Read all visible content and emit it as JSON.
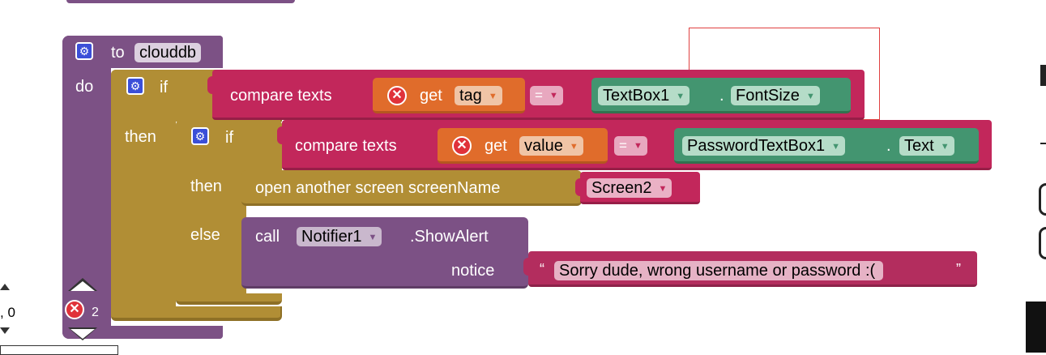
{
  "procedure": {
    "to_label": "to",
    "name": "clouddb",
    "do_label": "do"
  },
  "if_outer": {
    "if_label": "if",
    "then_label": "then",
    "compare_label": "compare texts",
    "get_label": "get",
    "var": "tag",
    "op": "=",
    "component": "TextBox1",
    "dot": ".",
    "property": "FontSize"
  },
  "if_inner": {
    "if_label": "if",
    "then_label": "then",
    "else_label": "else",
    "compare_label": "compare texts",
    "get_label": "get",
    "var": "value",
    "op": "=",
    "component": "PasswordTextBox1",
    "dot": ".",
    "property": "Text"
  },
  "open_screen": {
    "label": "open another screen  screenName",
    "screen": "Screen2"
  },
  "alert": {
    "call_label": "call",
    "component": "Notifier1",
    "method": ".ShowAlert",
    "notice_label": "notice",
    "quote_open": "“",
    "text": "Sorry dude, wrong username or password  :(",
    "quote_close": "”"
  },
  "status": {
    "error_count": "2",
    "left_value": ", 0"
  },
  "icons": {
    "gear": "gear-icon",
    "error": "error-icon",
    "dropdown": "dropdown-arrow-icon",
    "up": "chevron-up-icon",
    "down": "chevron-down-icon"
  },
  "colors": {
    "procedure": "#7c5185",
    "control": "#b18e35",
    "text_compare": "#c2275b",
    "get": "#e06c2b",
    "component": "#439570",
    "text": "#b32d5e"
  }
}
